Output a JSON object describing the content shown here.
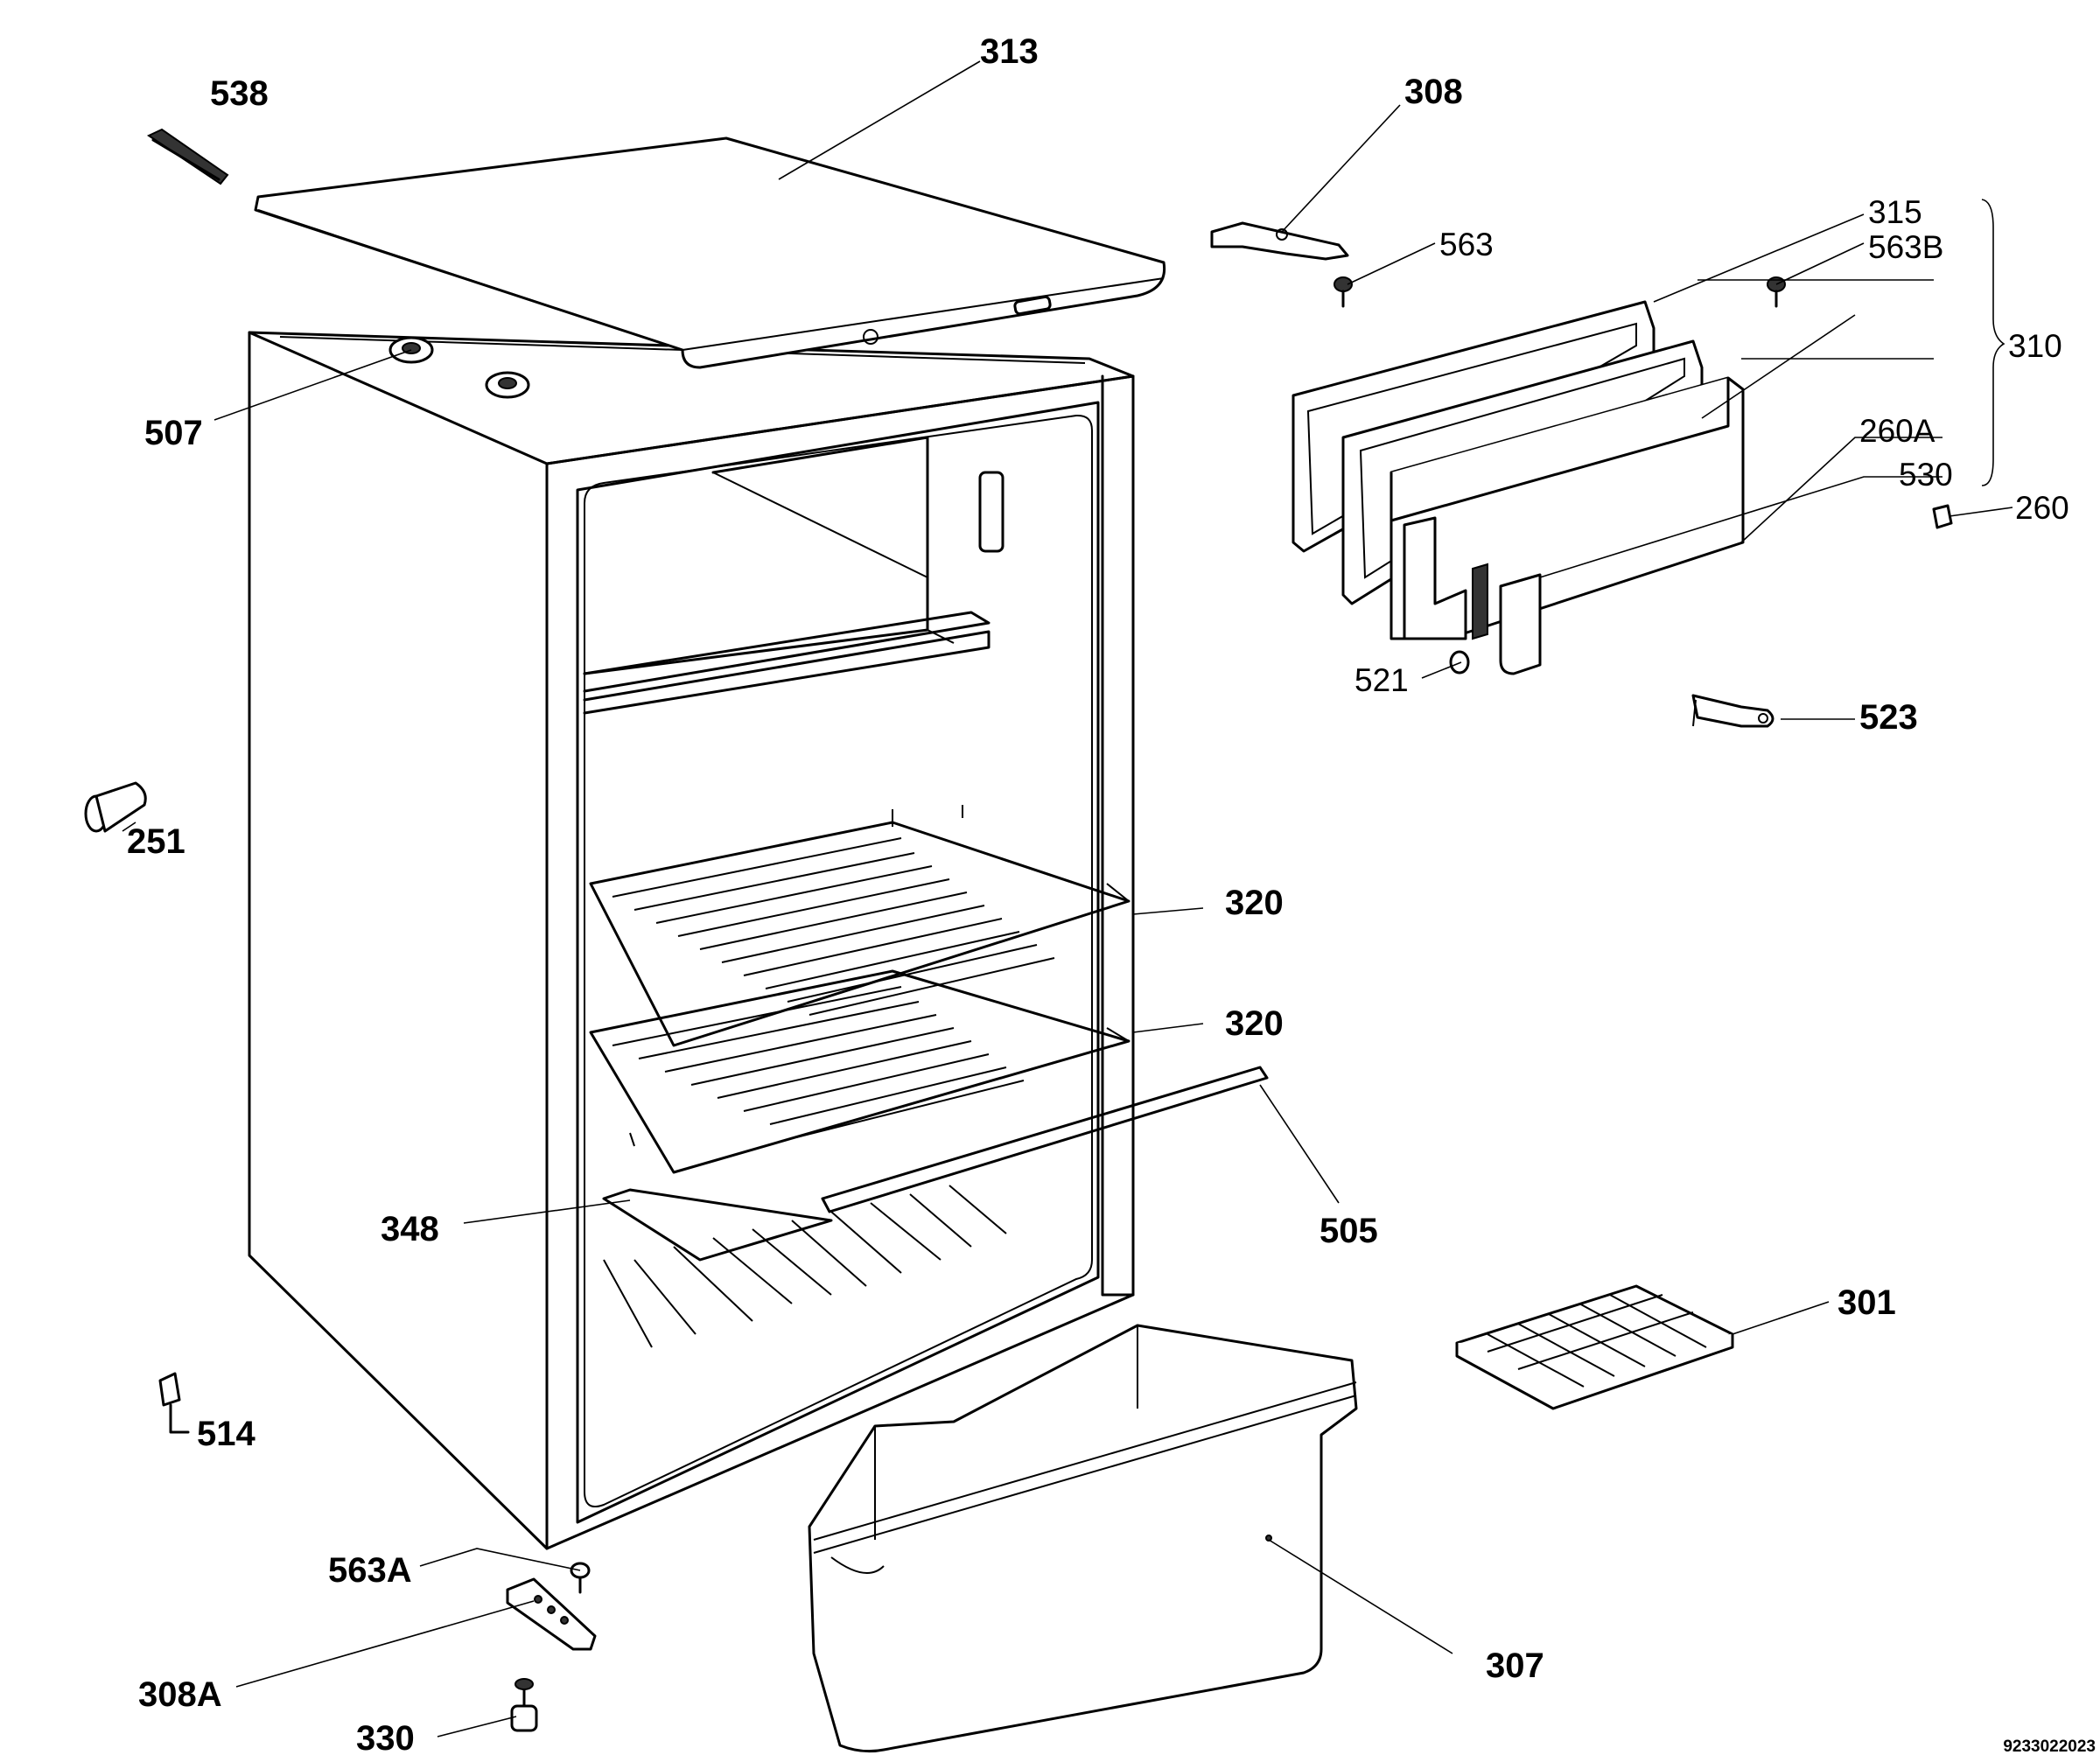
{
  "labels": {
    "l313": "313",
    "l538": "538",
    "l308": "308",
    "l563": "563",
    "l315": "315",
    "l563b": "563B",
    "l310": "310",
    "l260a": "260A",
    "l530": "530",
    "l260": "260",
    "l507": "507",
    "l521": "521",
    "l523": "523",
    "l251": "251",
    "l320a": "320",
    "l320b": "320",
    "l348": "348",
    "l505": "505",
    "l301": "301",
    "l514": "514",
    "l563a": "563A",
    "l307": "307",
    "l308a": "308A",
    "l330": "330"
  },
  "drawing_code": "9233022023"
}
